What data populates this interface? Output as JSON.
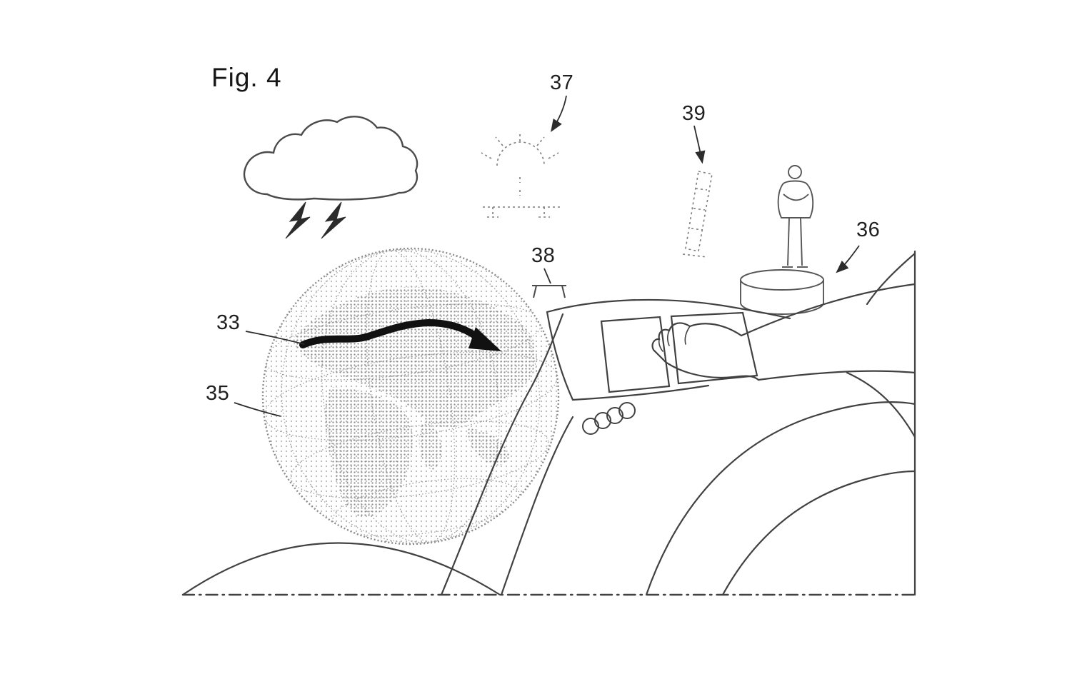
{
  "figure": {
    "title": "Fig. 4"
  },
  "labels": {
    "l33": "33",
    "l35": "35",
    "l36": "36",
    "l37": "37",
    "l38": "38",
    "l39": "39"
  },
  "drawing_elements": {
    "globe": "earth-globe-with-route-arrow",
    "cloud": "storm-cloud-with-lightning",
    "sun_sketch": "sunrise-horizon-sketch",
    "gauge_sketch": "vertical-scale-sketch",
    "statue": "person-on-pedestal",
    "console": "car-center-console-with-touchscreen-and-hand",
    "ground": "dash-dot-ground-line"
  },
  "colors": {
    "line": "#3c3c3c",
    "stipple_light": "#b5b5b5",
    "stipple_dark": "#8d8d8d",
    "arrow": "#111111",
    "text": "#1f1f1f"
  }
}
